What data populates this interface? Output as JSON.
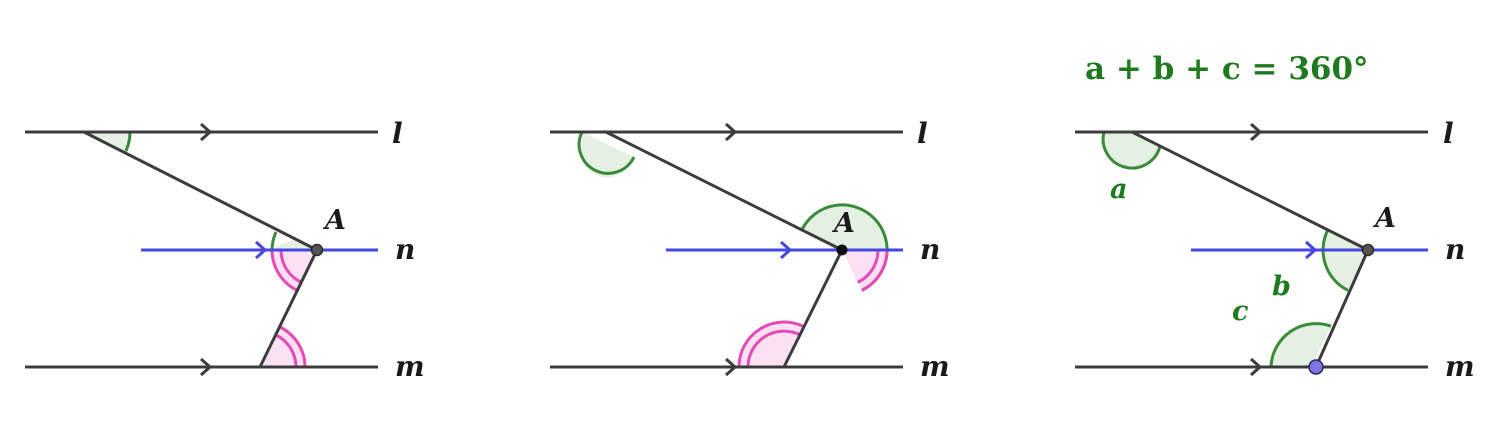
{
  "formula": "a + b + c = 360°",
  "colors": {
    "line": "#3c3c3c",
    "transversal_line": "#4646e0",
    "green_stroke": "#3a8a3a",
    "green_fill": "#e4f0e2",
    "pink_stroke": "#e64ab4",
    "pink_fill": "#fbe1f3",
    "label_green": "#1f7a1f",
    "point_dark": "#444444",
    "point_purple": "#7d74e0"
  },
  "panels": [
    {
      "line_labels": {
        "l": "l",
        "n": "n",
        "m": "m"
      },
      "point_label": "A"
    },
    {
      "line_labels": {
        "l": "l",
        "n": "n",
        "m": "m"
      },
      "point_label": "A"
    },
    {
      "line_labels": {
        "l": "l",
        "n": "n",
        "m": "m"
      },
      "point_label": "A",
      "angle_labels": {
        "a": "a",
        "b": "b",
        "c": "c"
      }
    }
  ]
}
